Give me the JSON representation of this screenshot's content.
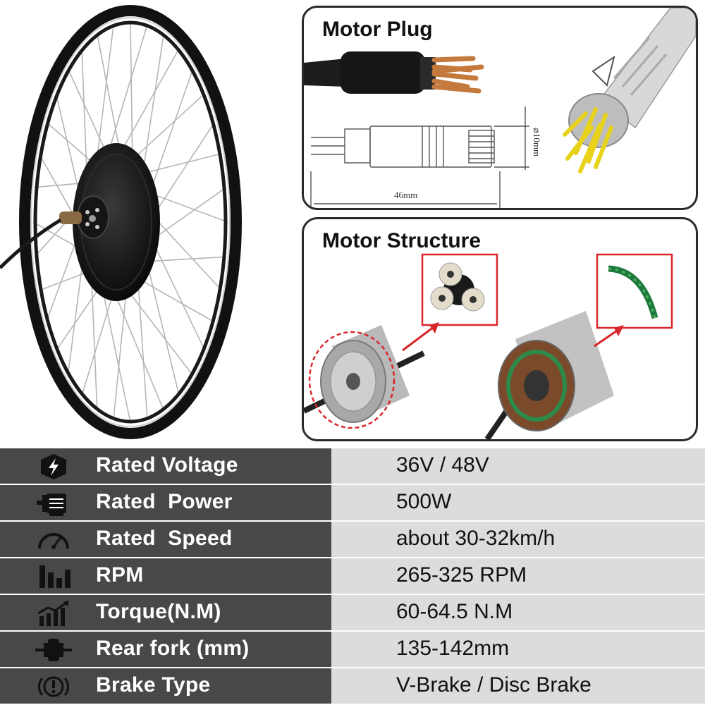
{
  "panels": {
    "plug": {
      "title": "Motor Plug",
      "dim_length": "46mm",
      "dim_diameter": "⌀10mm"
    },
    "structure": {
      "title": "Motor Structure"
    }
  },
  "specs": [
    {
      "icon": "voltage-icon",
      "label": "Rated Voltage",
      "value": "36V / 48V"
    },
    {
      "icon": "motor-icon",
      "label": "Rated  Power",
      "value": "500W"
    },
    {
      "icon": "speedometer-icon",
      "label": "Rated  Speed",
      "value": "about 30-32km/h"
    },
    {
      "icon": "bar-chart-icon",
      "label": "RPM",
      "value": "265-325 RPM"
    },
    {
      "icon": "torque-chart-icon",
      "label": "Torque(N.M)",
      "value": "60-64.5 N.M"
    },
    {
      "icon": "hub-axle-icon",
      "label": "Rear fork (mm)",
      "value": "135-142mm"
    },
    {
      "icon": "brake-icon",
      "label": "Brake Type",
      "value": "V-Brake / Disc Brake"
    }
  ],
  "colors": {
    "label_bg": "#484848",
    "value_bg": "#dcdcdc",
    "panel_border": "#2a2a2a",
    "callout_red": "#d9262a",
    "pin_yellow": "#e8d21a",
    "pin_copper": "#c47a3c"
  }
}
